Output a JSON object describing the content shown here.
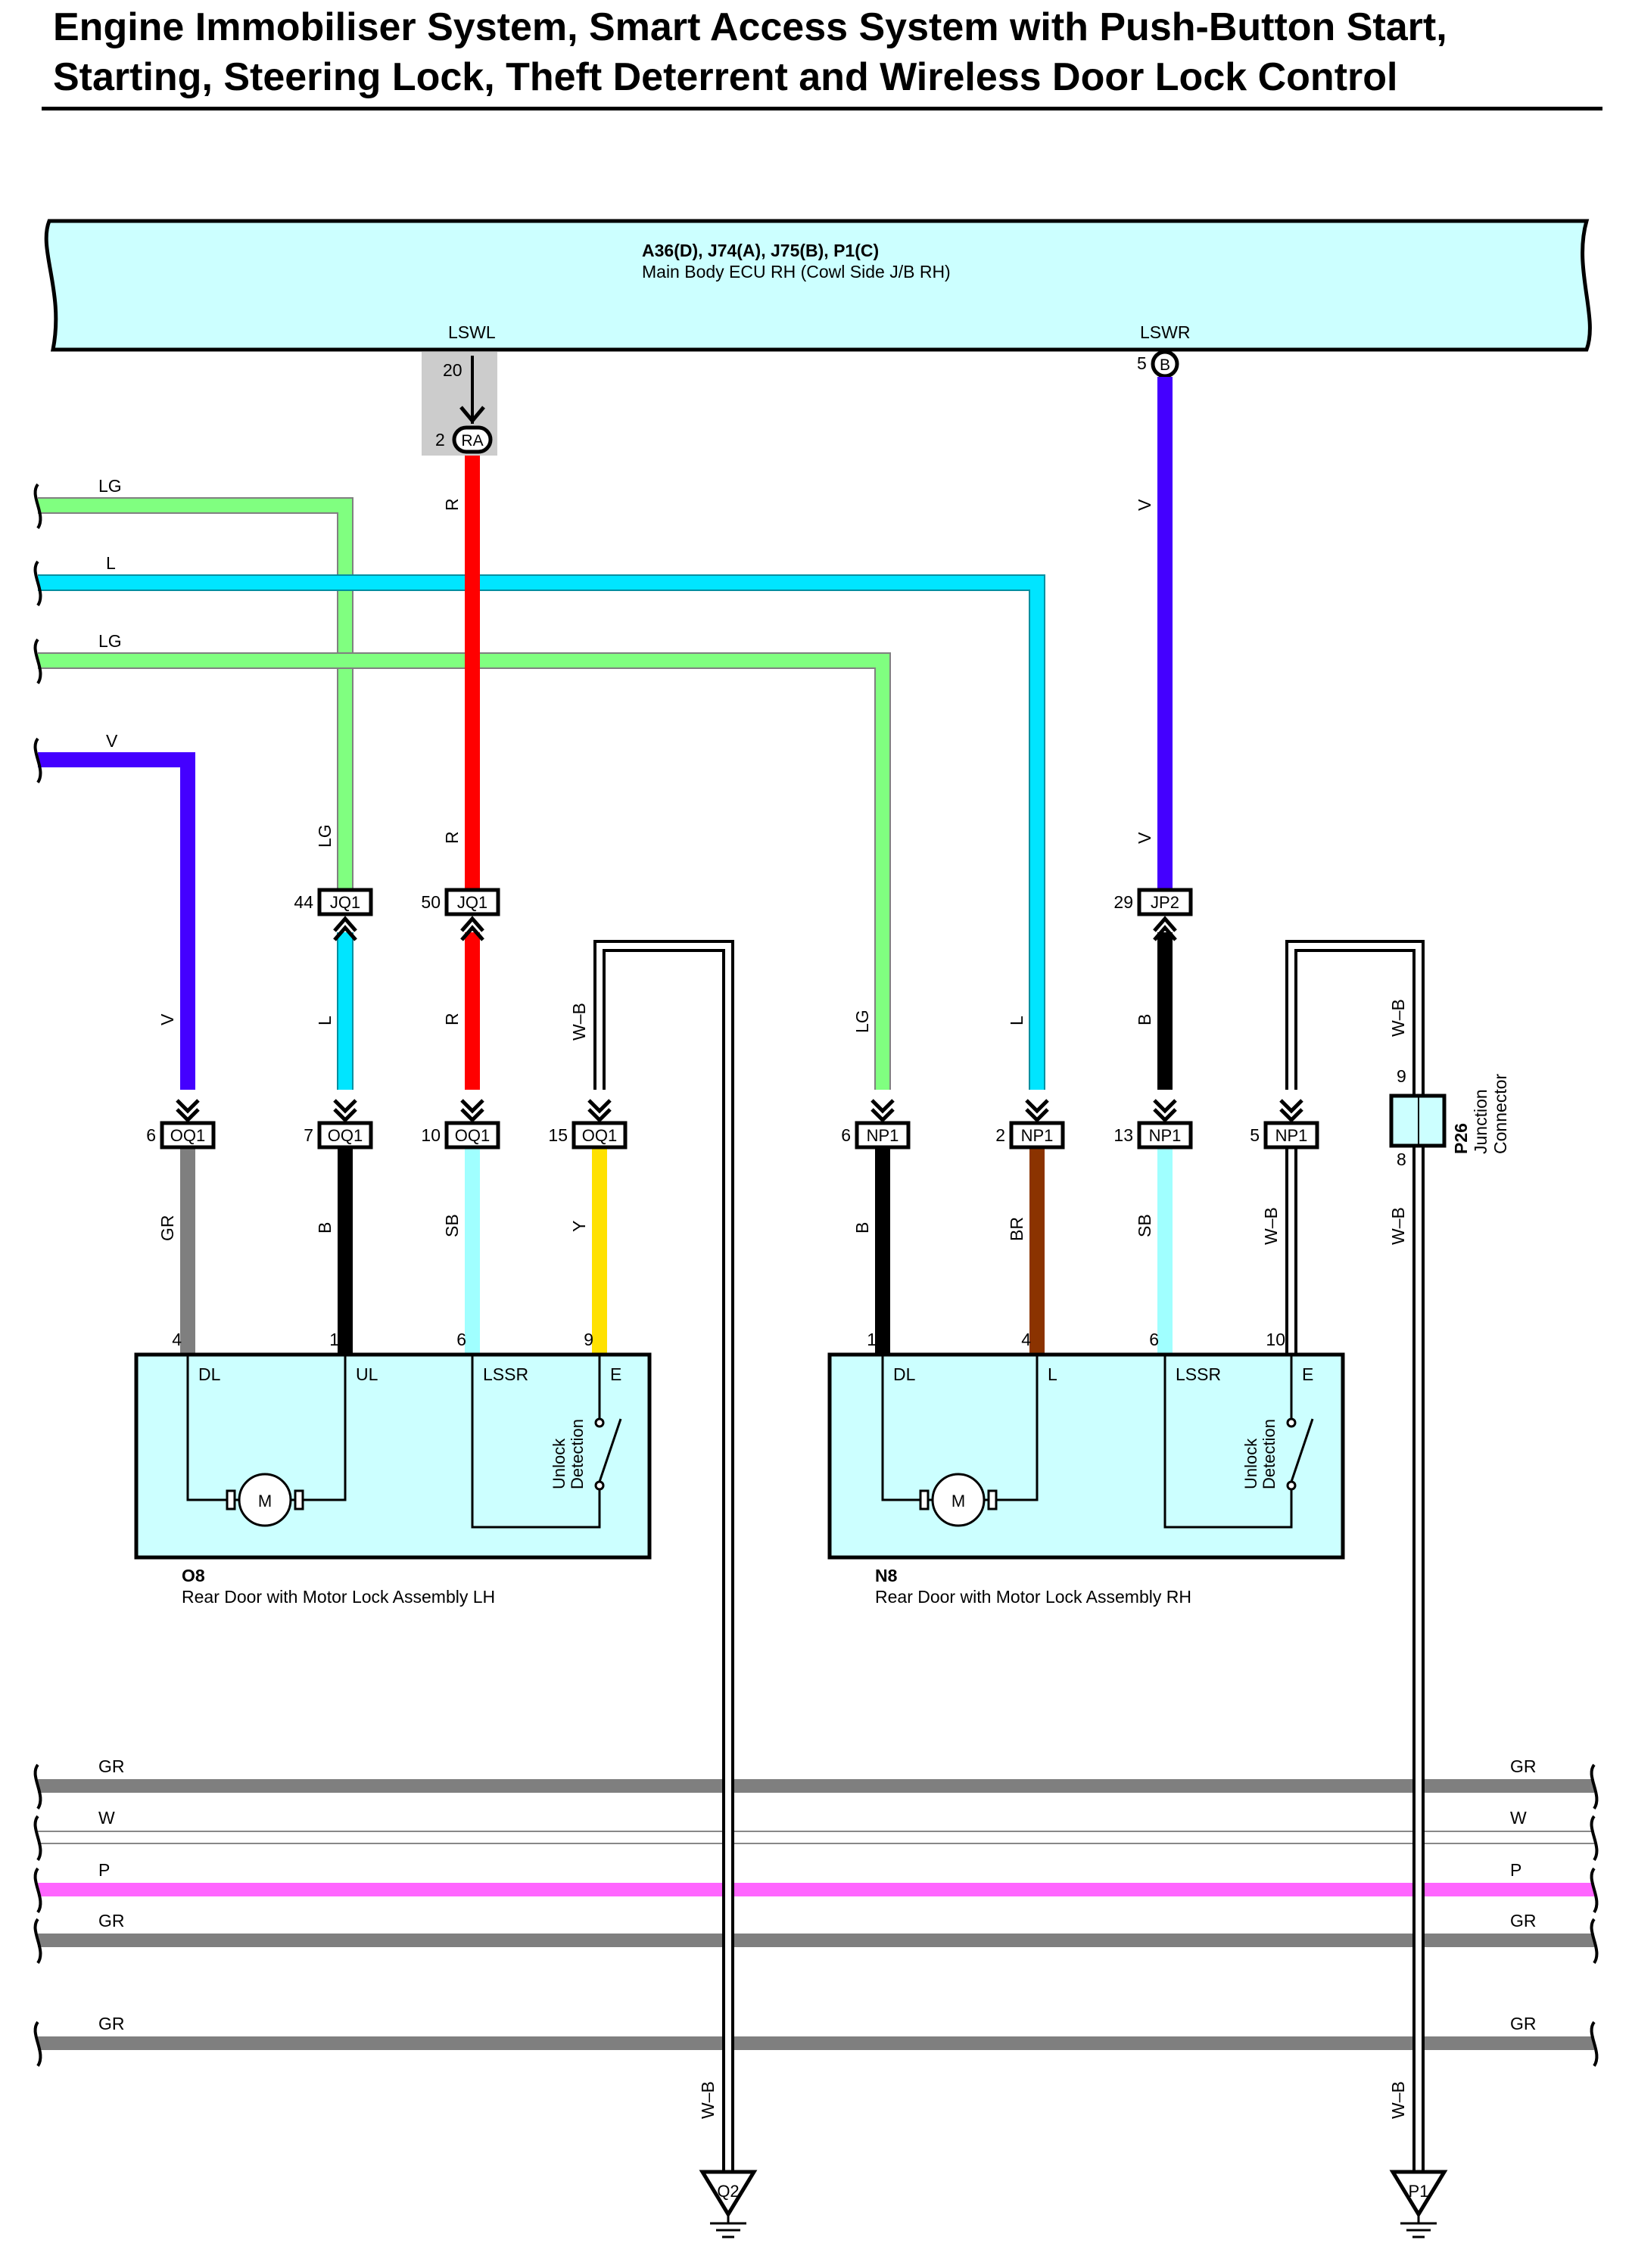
{
  "title": {
    "line1": "Engine Immobiliser System, Smart Access System with Push-Button Start,",
    "line2": "Starting, Steering Lock, Theft Deterrent and Wireless Door Lock Control"
  },
  "colors": {
    "LG": "#80ff80",
    "L": "#00e5ff",
    "V": "#4400ff",
    "R": "#ff0000",
    "GR": "#7f7f7f",
    "B": "#000000",
    "SB": "#a0ffff",
    "Y": "#ffe100",
    "BR": "#8b3300",
    "P": "#ff66ff",
    "component_fill": "#ccffff",
    "splice_bg": "#cccccc"
  },
  "ecu": {
    "codes": "A36(D), J74(A), J75(B), P1(C)",
    "name": "Main Body ECU RH (Cowl Side J/B RH)",
    "pins": [
      {
        "label": "LSWL",
        "pin": "20",
        "conn": "RA",
        "conn_pin": "2"
      },
      {
        "label": "LSWR",
        "pin": "5",
        "conn": "B"
      }
    ]
  },
  "wire_labels": {
    "lg1": "LG",
    "l1": "L",
    "lg2": "LG",
    "v1": "V",
    "r_ecu": "R",
    "v_ecu": "V",
    "lg_jq": "LG",
    "r_jq": "R",
    "v_jp": "V",
    "v_oq": "V",
    "l_oq": "L",
    "r_oq": "R",
    "wb_oq": "W–B",
    "lg_np": "LG",
    "l_np": "L",
    "b_np": "B",
    "wb_p26": "W–B",
    "gr_o8": "GR",
    "b_o8": "B",
    "sb_o8": "SB",
    "y_o8": "Y",
    "b_n8": "B",
    "br_n8": "BR",
    "sb_n8": "SB",
    "wb_n8": "W–B",
    "wb_p26b": "W–B",
    "wb_q2": "W–B",
    "wb_p1": "W–B"
  },
  "inline_connectors": [
    {
      "pin": "44",
      "name": "JQ1"
    },
    {
      "pin": "50",
      "name": "JQ1"
    },
    {
      "pin": "29",
      "name": "JP2"
    },
    {
      "pin": "6",
      "name": "OQ1"
    },
    {
      "pin": "7",
      "name": "OQ1"
    },
    {
      "pin": "10",
      "name": "OQ1"
    },
    {
      "pin": "15",
      "name": "OQ1"
    },
    {
      "pin": "6",
      "name": "NP1"
    },
    {
      "pin": "2",
      "name": "NP1"
    },
    {
      "pin": "13",
      "name": "NP1"
    },
    {
      "pin": "5",
      "name": "NP1"
    }
  ],
  "junction": {
    "code": "P26",
    "name": "Junction Connector",
    "pin_top": "9",
    "pin_bottom": "8"
  },
  "components": [
    {
      "code": "O8",
      "name": "Rear Door with Motor Lock Assembly LH",
      "pins": [
        {
          "pin": "4",
          "label": "DL"
        },
        {
          "pin": "1",
          "label": "UL"
        },
        {
          "pin": "6",
          "label": "LSSR"
        },
        {
          "pin": "9",
          "label": "E"
        }
      ],
      "motor": "M",
      "switch_label": "Unlock Detection"
    },
    {
      "code": "N8",
      "name": "Rear Door with Motor Lock Assembly RH",
      "pins": [
        {
          "pin": "1",
          "label": "DL"
        },
        {
          "pin": "4",
          "label": "L"
        },
        {
          "pin": "6",
          "label": "LSSR"
        },
        {
          "pin": "10",
          "label": "E"
        }
      ],
      "motor": "M",
      "switch_label": "Unlock Detection"
    }
  ],
  "bus_wires": [
    {
      "left": "GR",
      "right": "GR"
    },
    {
      "left": "W",
      "right": "W"
    },
    {
      "left": "P",
      "right": "P"
    },
    {
      "left": "GR",
      "right": "GR"
    },
    {
      "left": "GR",
      "right": "GR"
    }
  ],
  "grounds": [
    {
      "name": "Q2"
    },
    {
      "name": "P1"
    }
  ]
}
